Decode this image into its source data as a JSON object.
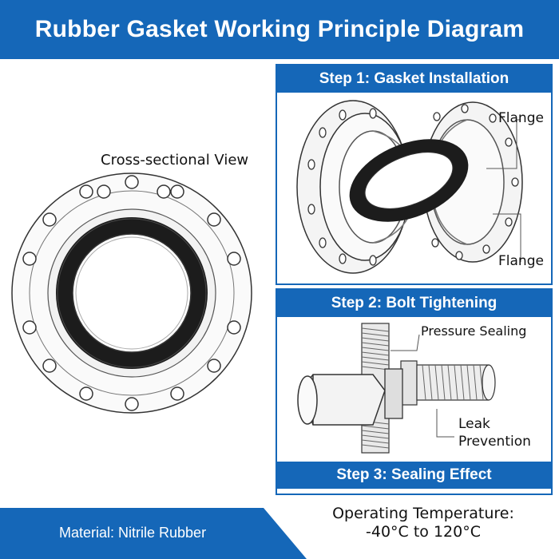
{
  "title": "Rubber Gasket Working Principle Diagram",
  "cross_section": {
    "label": "Cross-sectional View"
  },
  "steps": [
    {
      "label": "Step 1: Gasket Installation"
    },
    {
      "label": "Step 2: Bolt Tightening"
    },
    {
      "label": "Step 3: Sealing Effect"
    }
  ],
  "step1": {
    "flange_top_label": "Flange",
    "flange_bottom_label": "Flange"
  },
  "step2": {
    "pressure_label": "Pressure Sealing",
    "leak_label_line1": "Leak",
    "leak_label_line2": "Prevention"
  },
  "footer": {
    "material": "Material: Nitrile Rubber",
    "temp_line1": "Operating Temperature:",
    "temp_line2": "-40°C to 120°C"
  },
  "colors": {
    "header_blue": "#1567b8",
    "gasket_black": "#1c1c1c",
    "line_gray": "#555555"
  }
}
